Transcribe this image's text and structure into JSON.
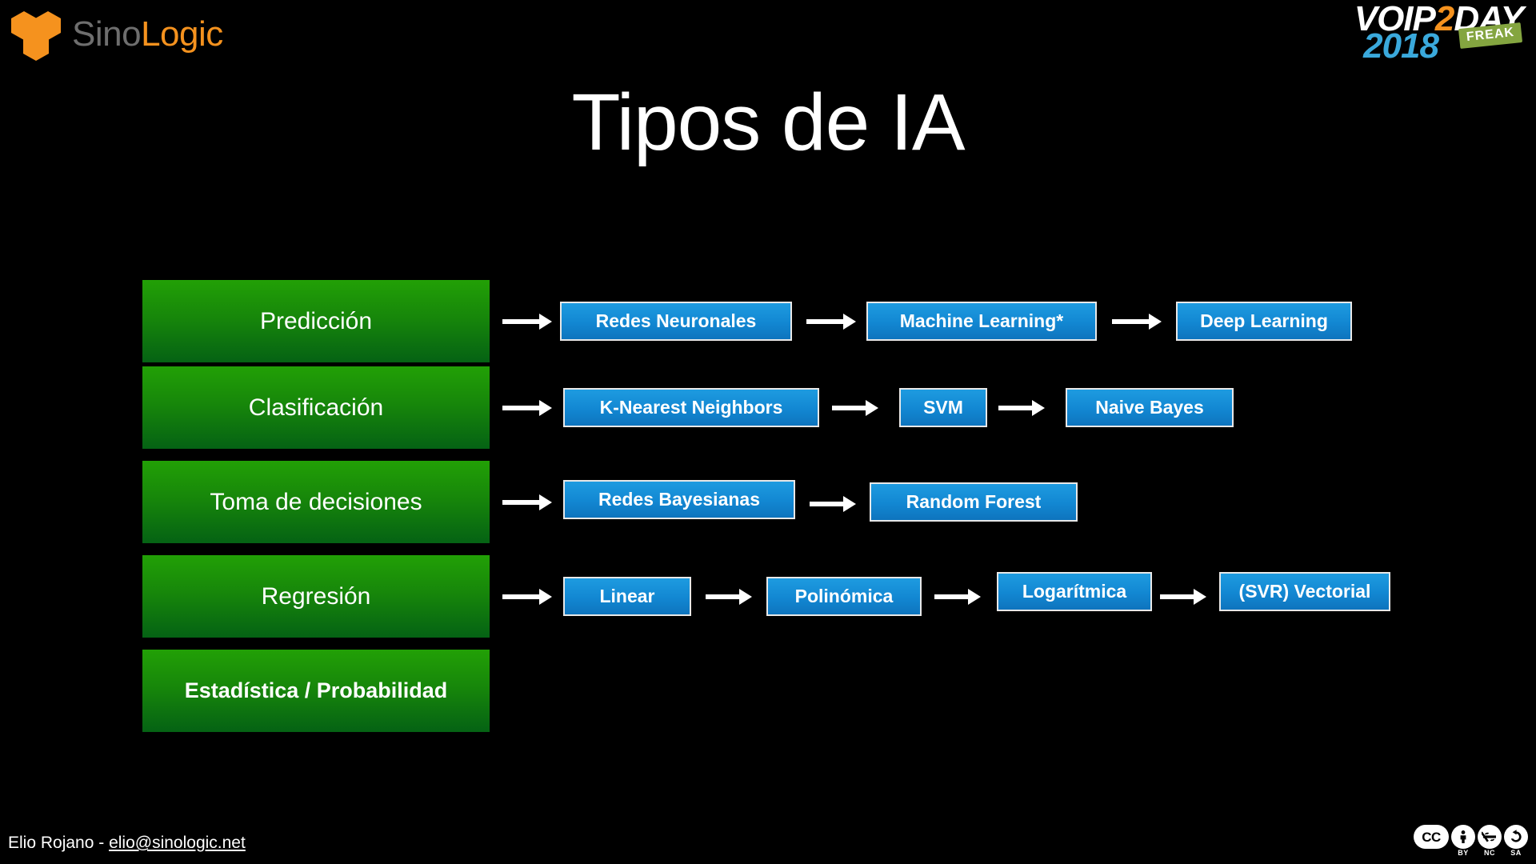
{
  "brand": {
    "sinologic": {
      "part1": "Sino",
      "part2": "Logic",
      "mark": "hexagon-mark"
    },
    "voip2day": {
      "word_voip": "VOIP",
      "word_two": "2",
      "word_day": "DAY",
      "year": "2018",
      "badge": "FREAK"
    }
  },
  "title": "Tipos de IA",
  "diagram": {
    "rows": [
      {
        "category": "Predicción",
        "bold": false,
        "leaves": [
          "Redes Neuronales",
          "Machine Learning*",
          "Deep Learning"
        ]
      },
      {
        "category": "Clasificación",
        "bold": false,
        "leaves": [
          "K-Nearest Neighbors",
          "SVM",
          "Naive Bayes"
        ]
      },
      {
        "category": "Toma de decisiones",
        "bold": false,
        "leaves": [
          "Redes Bayesianas",
          "Random Forest"
        ]
      },
      {
        "category": "Regresión",
        "bold": false,
        "leaves": [
          "Linear",
          "Polinómica",
          "Logarítmica",
          "(SVR) Vectorial"
        ]
      },
      {
        "category": "Estadística / Probabilidad",
        "bold": true,
        "leaves": []
      }
    ]
  },
  "footer": {
    "author": "Elio Rojano - ",
    "email": "elio@sinologic.net"
  },
  "license": {
    "name": "cc-by-nc-sa",
    "items": [
      {
        "glyph": "CC",
        "label": "",
        "wide": true
      },
      {
        "glyph": "\u0001",
        "label": "BY",
        "wide": false
      },
      {
        "glyph": "\u0002",
        "label": "NC",
        "wide": false
      },
      {
        "glyph": "\u0003",
        "label": "SA",
        "wide": false
      }
    ]
  },
  "colors": {
    "background": "#000000",
    "green_top": "#22A006",
    "green_bottom": "#056214",
    "blue_top": "#1E9BE0",
    "blue_bottom": "#0E74BE",
    "brand_orange": "#F5921E",
    "brand_gray": "#6E6E6E",
    "year_blue": "#3AA9DC",
    "freak_green": "#84A540"
  }
}
